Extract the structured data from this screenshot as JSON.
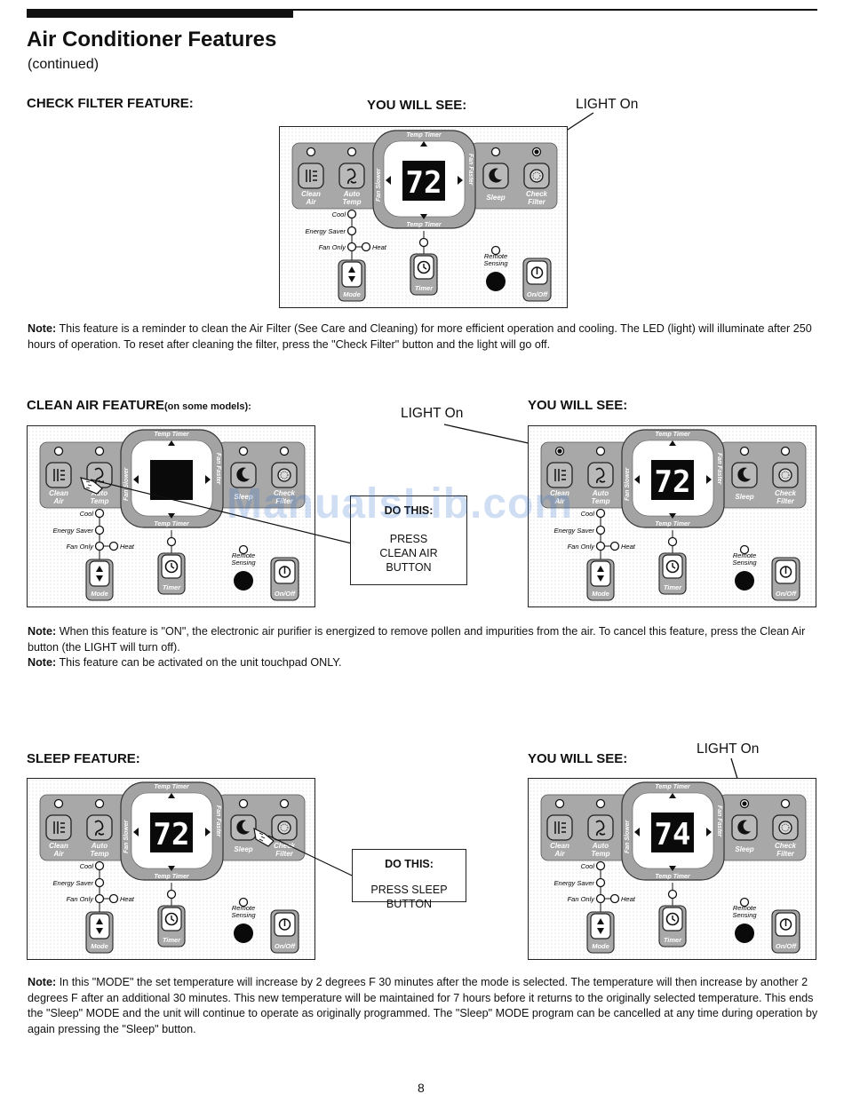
{
  "header": {
    "title": "Air Conditioner Features",
    "subtitle": "(continued)"
  },
  "panel_labels": {
    "temp_timer": "Temp Timer",
    "fan_slower": "Fan Slower",
    "fan_faster": "Fan Faster",
    "clean_air_1": "Clean",
    "clean_air_2": "Air",
    "auto_temp_1": "Auto",
    "auto_temp_2": "Temp",
    "sleep": "Sleep",
    "check_filter_1": "Check",
    "check_filter_2": "Filter",
    "cool": "Cool",
    "energy_saver": "Energy Saver",
    "fan_only": "Fan Only",
    "heat": "Heat",
    "remote_sensing_1": "Remote",
    "remote_sensing_2": "Sensing",
    "mode": "Mode",
    "timer": "Timer",
    "on_off": "On/Off"
  },
  "check_filter": {
    "heading": "CHECK FILTER FEATURE:",
    "you_will_see": "YOU WILL SEE:",
    "light_on": "LIGHT On",
    "display": "72",
    "note_label": "Note:",
    "note_text": "This feature is a reminder to clean the Air Filter (See Care and Cleaning) for more efficient operation and cooling. The LED (light) will illuminate after 250 hours of operation. To reset after cleaning the filter, press the \"Check Filter\" button and the light will go off."
  },
  "clean_air": {
    "heading": "CLEAN AIR FEATURE",
    "heading_suffix": "(on some models):",
    "you_will_see": "YOU WILL SEE:",
    "light_on": "LIGHT On",
    "display_before": "",
    "display_after": "72",
    "do_this": "DO THIS:",
    "instruction": "PRESS CLEAN AIR BUTTON",
    "note1_label": "Note:",
    "note1_text": "When this feature is \"ON\", the electronic air purifier is energized to remove pollen and impurities from the air. To cancel this feature, press the Clean Air button (the LIGHT will turn off).",
    "note2_label": "Note:",
    "note2_text": "This feature can be activated on the unit touchpad ONLY."
  },
  "sleep": {
    "heading": "SLEEP FEATURE:",
    "you_will_see": "YOU WILL SEE:",
    "light_on": "LIGHT On",
    "display_before": "72",
    "display_after": "74",
    "do_this": "DO THIS:",
    "instruction": "PRESS SLEEP BUTTON",
    "note_label": "Note:",
    "note_text": "In this \"MODE\" the set temperature will increase by 2 degrees F 30 minutes after the mode is selected. The temperature will then increase by another 2 degrees F after an additional 30 minutes. This new temperature will be maintained for 7 hours before it returns to the originally selected temperature. This ends the \"Sleep\" MODE and the unit will continue to operate as originally programmed. The \"Sleep\" MODE program can be cancelled at any time during operation by again pressing the \"Sleep\" button."
  },
  "watermark": "ManualsLib.com",
  "page_number": "8"
}
